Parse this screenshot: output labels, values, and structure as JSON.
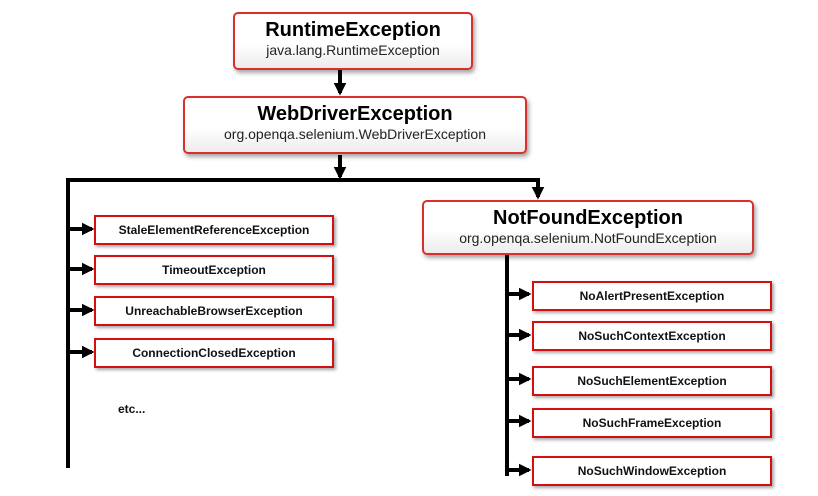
{
  "top": {
    "title": "RuntimeException",
    "subtitle": "java.lang.RuntimeException"
  },
  "webdriver": {
    "title": "WebDriverException",
    "subtitle": "org.openqa.selenium.WebDriverException"
  },
  "notfound": {
    "title": "NotFoundException",
    "subtitle": "org.openqa.selenium.NotFoundException"
  },
  "left_children": [
    "StaleElementReferenceException",
    "TimeoutException",
    "UnreachableBrowserException",
    "ConnectionClosedException"
  ],
  "left_note": "etc...",
  "right_children": [
    "NoAlertPresentException",
    "NoSuchContextException",
    "NoSuchElementException",
    "NoSuchFrameException",
    "NoSuchWindowException"
  ],
  "colors": {
    "box_border": "#d9302c",
    "connector": "#000000"
  }
}
